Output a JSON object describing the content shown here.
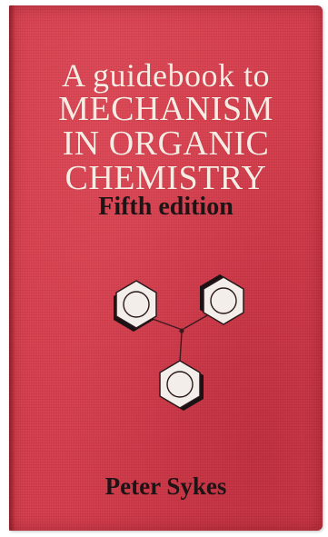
{
  "cover": {
    "title_line_1": "A guidebook to",
    "title_line_2": "MECHANISM",
    "title_line_3": "IN ORGANIC",
    "title_line_4": "CHEMISTRY",
    "edition": "Fifth edition",
    "author": "Peter Sykes"
  },
  "colors": {
    "cover_red": "#d63b4a",
    "title_cream": "#f6ece4",
    "dark_text": "#1e1416",
    "hexagon_fill": "#f3eee9"
  },
  "illustration": {
    "icon": "triphenylmethyl-molecule-icon"
  }
}
